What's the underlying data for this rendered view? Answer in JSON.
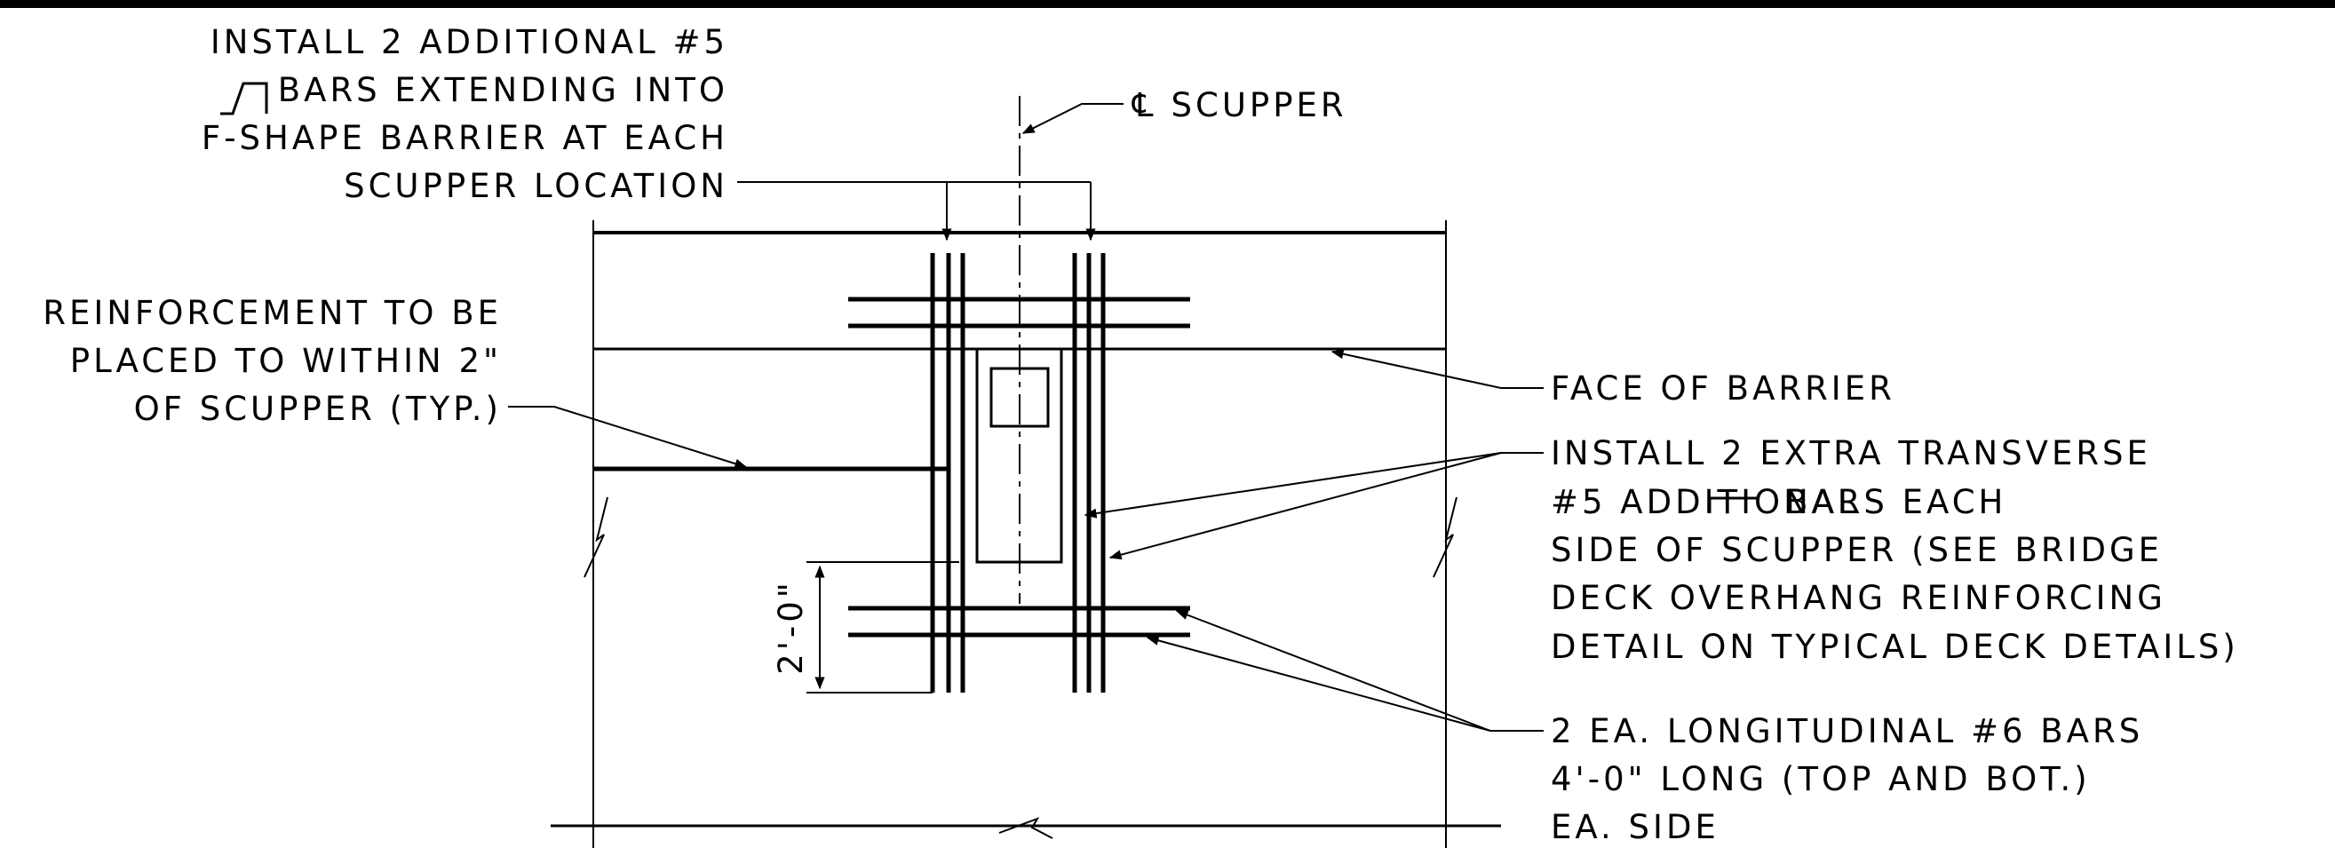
{
  "annotations": {
    "install_additional_bars": {
      "line1": "INSTALL 2 ADDITIONAL #5",
      "line2": "BARS EXTENDING INTO",
      "line3": "F-SHAPE BARRIER AT EACH",
      "line4": "SCUPPER LOCATION"
    },
    "centerline_scupper": "℄ SCUPPER",
    "reinforcement_note": {
      "line1": "REINFORCEMENT TO BE",
      "line2": "PLACED TO WITHIN 2\"",
      "line3": "OF SCUPPER (TYP.)"
    },
    "face_of_barrier": "FACE OF BARRIER",
    "transverse_bars": {
      "line1": "INSTALL 2 EXTRA TRANSVERSE",
      "line2a": "#5 ADDITIONAL",
      "line2b": "BARS EACH",
      "line3": "SIDE OF SCUPPER (SEE BRIDGE",
      "line4": "DECK OVERHANG REINFORCING",
      "line5": "DETAIL ON TYPICAL DECK DETAILS)"
    },
    "longitudinal_bars": {
      "line1": "2 EA. LONGITUDINAL #6 BARS",
      "line2": "4'-0\" LONG (TOP AND BOT.)",
      "line3": "EA. SIDE"
    },
    "dimension_2ft": "2'-0\""
  },
  "colors": {
    "ink": "#000000",
    "paper": "#ffffff"
  }
}
